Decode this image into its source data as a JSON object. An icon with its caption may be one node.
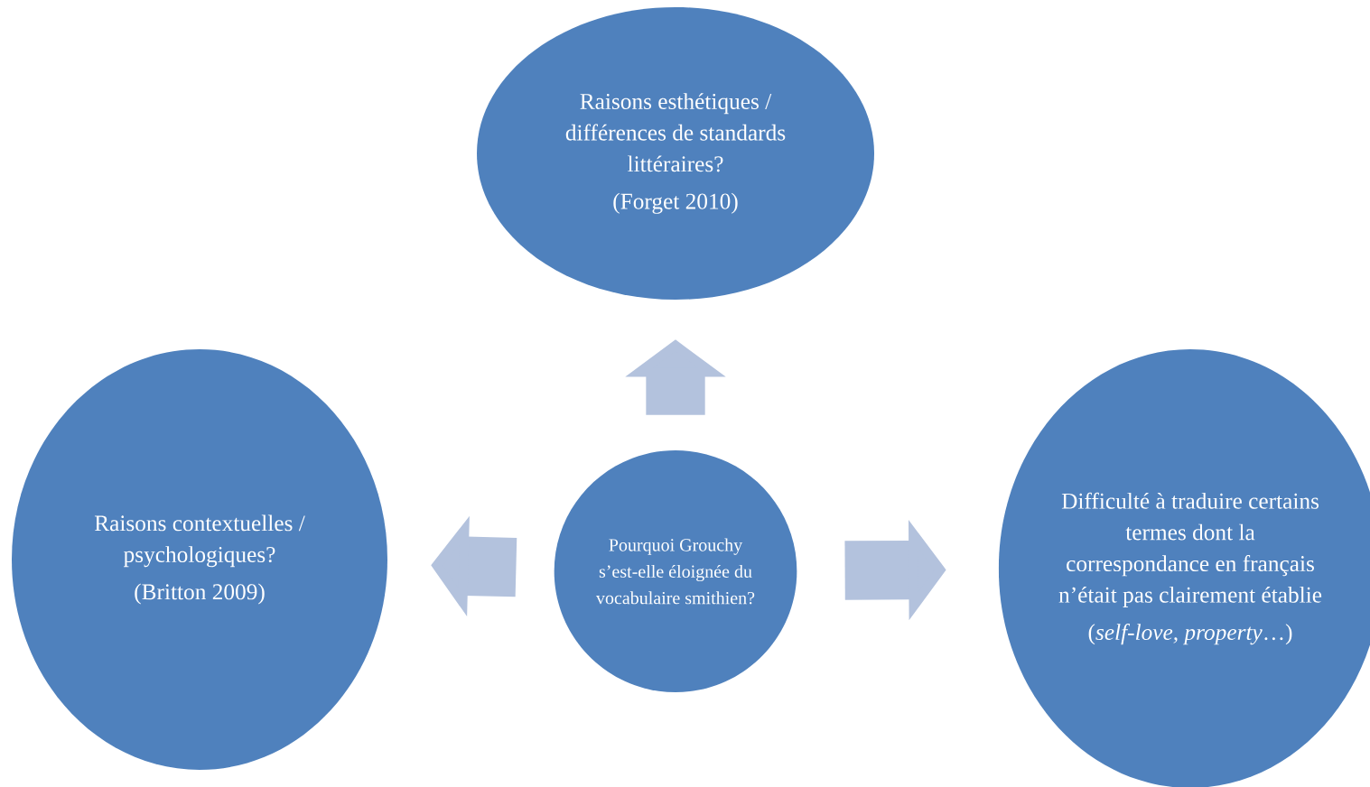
{
  "diagram": {
    "nodes": [
      {
        "text": [
          "Raisons esthétiques / différences de standards littéraires?",
          "(Forget 2010)"
        ]
      },
      {
        "text": [
          "Raisons contextuelles / psychologiques?",
          "(Britton 2009)"
        ]
      },
      {
        "text": [
          "Pourquoi Grouchy s’est-elle éloignée du vocabulaire smithien?"
        ]
      },
      {
        "text": [
          "Difficulté à traduire certains termes dont la correspondance en français n’était pas clairement établie",
          "(*self-love, property*…)"
        ]
      }
    ],
    "edges": [
      {
        "from": 2,
        "to": 0,
        "arrow": "to"
      },
      {
        "from": 2,
        "to": 1,
        "arrow": "to"
      },
      {
        "from": 2,
        "to": 3,
        "arrow": "to"
      }
    ]
  }
}
